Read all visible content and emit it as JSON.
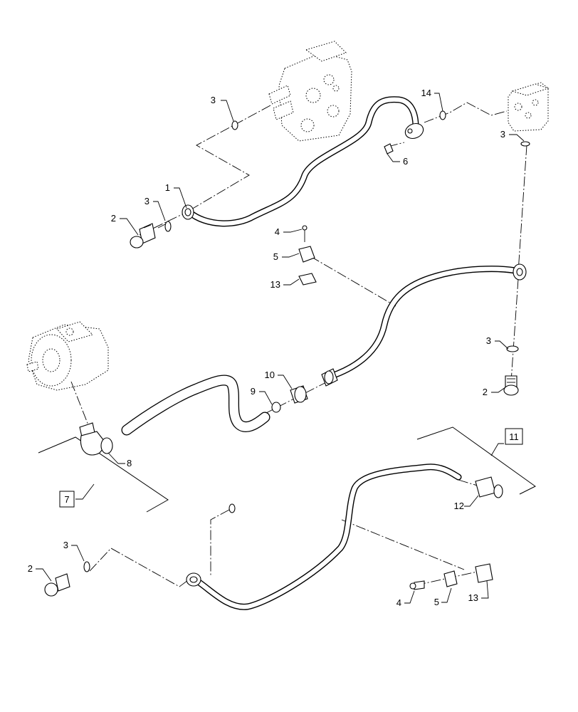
{
  "callouts": {
    "c1": "1",
    "c2a": "2",
    "c2b": "2",
    "c2c": "2",
    "c3a": "3",
    "c3b": "3",
    "c3c": "3",
    "c3d": "3",
    "c3e": "3",
    "c4a": "4",
    "c4b": "4",
    "c5a": "5",
    "c5b": "5",
    "c6": "6",
    "c7": "7",
    "c8": "8",
    "c9": "9",
    "c10": "10",
    "c11": "11",
    "c12": "12",
    "c13a": "13",
    "c13b": "13",
    "c14": "14"
  }
}
